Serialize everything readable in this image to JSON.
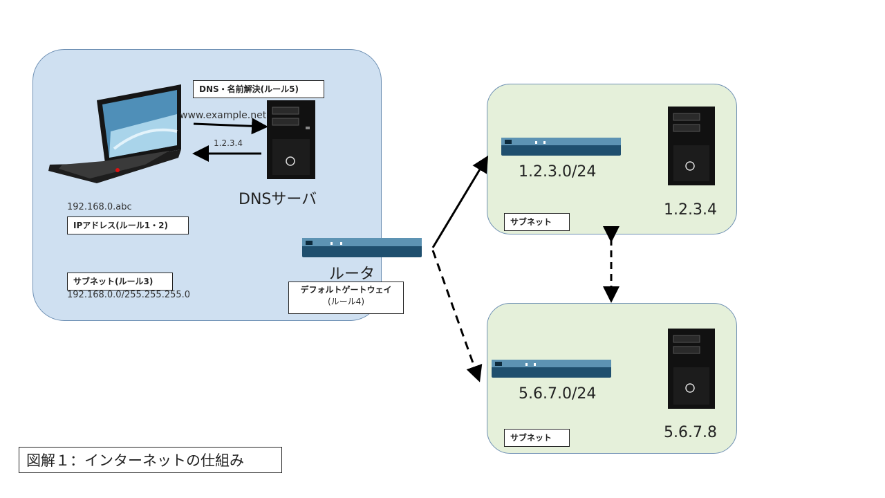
{
  "local_network": {
    "dns_label": "DNS・名前解決(ルール5)",
    "query_text": "www.example.net",
    "answer_text": "1.2.3.4",
    "dns_server_label": "DNSサーバ",
    "pc_ip": "192.168.0.abc",
    "ip_label": "IPアドレス(ルール1・2)",
    "subnet_label": "サブネット(ルール3)",
    "subnet_value": "192.168.0.0/255.255.255.0",
    "router_label": "ルータ",
    "gateway_label_line1": "デフォルトゲートウェイ",
    "gateway_label_line2": "(ルール4)"
  },
  "remote_a": {
    "network": "1.2.3.0/24",
    "server_ip": "1.2.3.4",
    "subnet_label": "サブネット"
  },
  "remote_b": {
    "network": "5.6.7.0/24",
    "server_ip": "5.6.7.8",
    "subnet_label": "サブネット"
  },
  "caption": "図解１：インターネットの仕組み"
}
